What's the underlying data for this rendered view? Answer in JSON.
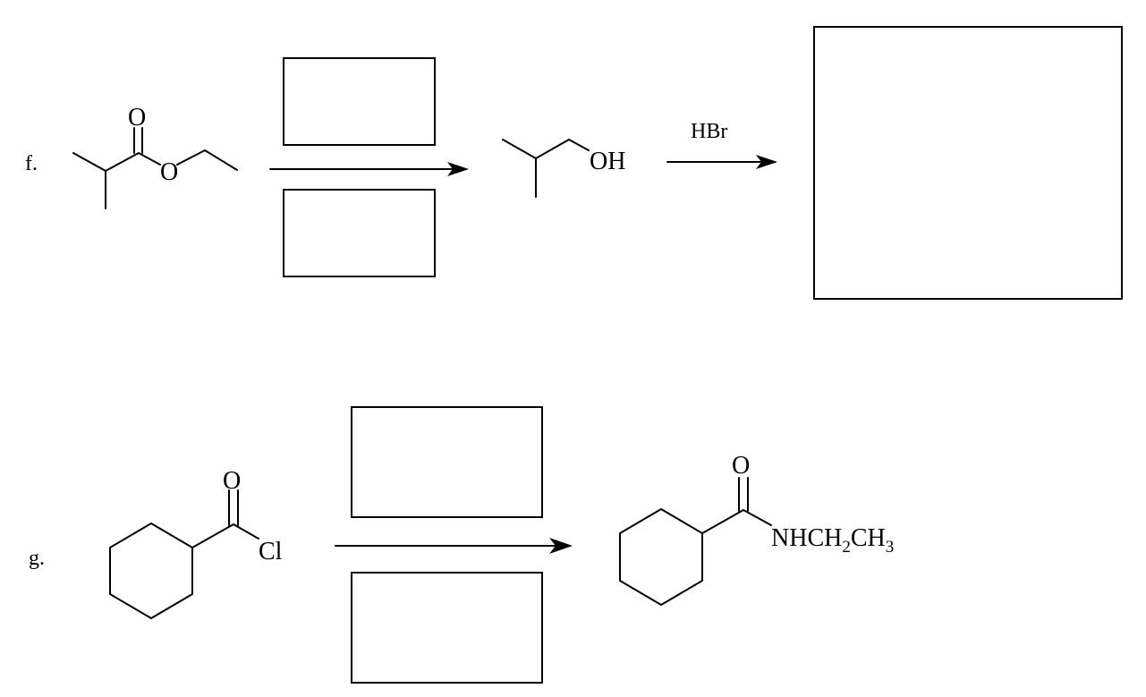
{
  "problems": [
    {
      "label": "f.",
      "start_atoms": {
        "carbonyl_oxygen": "O",
        "ester_oxygen": "O"
      },
      "intermediate_atoms": {
        "hydroxyl": "OH"
      },
      "second_reagent": "HBr",
      "blank_boxes": 3
    },
    {
      "label": "g.",
      "start_atoms": {
        "carbonyl_oxygen": "O",
        "chloride": "Cl"
      },
      "product_atoms": {
        "carbonyl_oxygen": "O",
        "amide_group": {
          "main": "NHCH",
          "sub1": "2",
          "mid": "CH",
          "sub2": "3"
        }
      },
      "blank_boxes": 2
    }
  ]
}
